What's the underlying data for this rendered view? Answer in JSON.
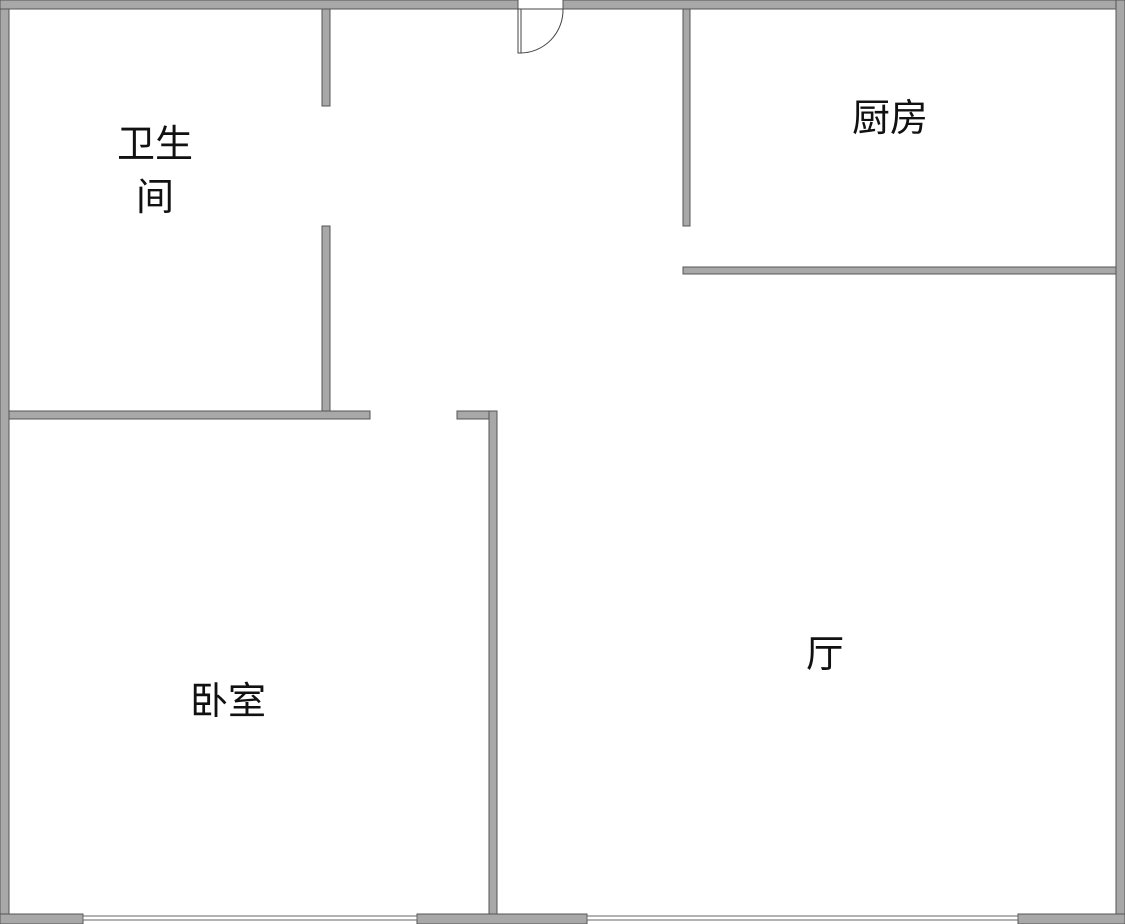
{
  "rooms": {
    "bathroom_line1": "卫生",
    "bathroom_line2": "间",
    "kitchen": "厨房",
    "living_room": "厅",
    "bedroom": "卧室"
  },
  "colors": {
    "wall": "#a8a8a8",
    "wall_outline": "#555555",
    "background": "#ffffff"
  }
}
